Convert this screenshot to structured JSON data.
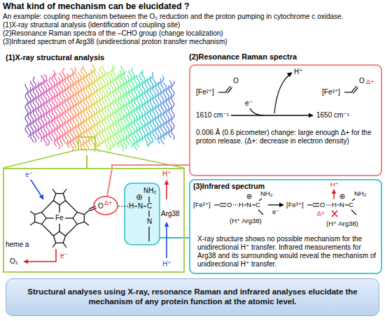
{
  "diagram": {
    "title": "What kind of mechanism can be elucidated ?",
    "nodes": [
      {
        "text": [
          "(1)X-ray structural analysis"
        ]
      },
      {
        "text": [
          "heme a",
          "Arg38"
        ]
      },
      {
        "text": [
          "(2)Resonance Raman spectra",
          "0.006 Å (0.6 picometer) change: large enough Δ+ for the proton release. (Δ+: decrease in electron density)"
        ]
      },
      {
        "text": [
          "(3)Infrared spectrum",
          "X-ray structure shows no possible mechanism for the unidirectional H⁺ transfer. Infrared measurements for Arg38 and its surrounding would reveal the mechanism of unidirectional H⁺ transfer."
        ]
      },
      {
        "text": [
          "Structural analyses using X-ray, resonance Raman and infrared analyses elucidate the mechanism of any protein function at the atomic level."
        ]
      }
    ],
    "edges": [
      {
        "from": 0,
        "to": 1,
        "arrow": "none"
      },
      {
        "from": 1,
        "to": 2,
        "arrow": "none"
      },
      {
        "from": 1,
        "to": 3,
        "arrow": "none"
      }
    ],
    "labels": [
      "An example: coupling mechanism between the O₂ reduction and the proton pumping in cytochrome c oxidase.",
      "(1)X-ray structural analysis (identification of coupling site)",
      "(2)Resonance Raman spectra of the –CHO group (change localization)",
      "(3)Infrared spectrum of Arg38 (unidirectional proton transfer mechanism)",
      "e⁻",
      "Fe",
      "O",
      "Δ+",
      "H",
      "N",
      "NH₂",
      "C",
      "N",
      "H⁺",
      "H⁺",
      "O₂",
      "e⁻",
      "[Fe²⁺]",
      "O",
      "H⁺",
      "e⁻",
      "[Fe³⁺]",
      "O",
      "Δ+",
      "1610 cm⁻¹",
      "1650 cm⁻¹",
      "[Fe²⁺]",
      "O",
      "H",
      "N",
      "C",
      "NH₂",
      "(H⁺ Arg38)",
      "e⁻",
      "[Fe³⁺]",
      "O",
      "Δ+",
      "H",
      "N",
      "C",
      "NH₂",
      "H⁺",
      "(H⁺ Arg38)"
    ]
  }
}
